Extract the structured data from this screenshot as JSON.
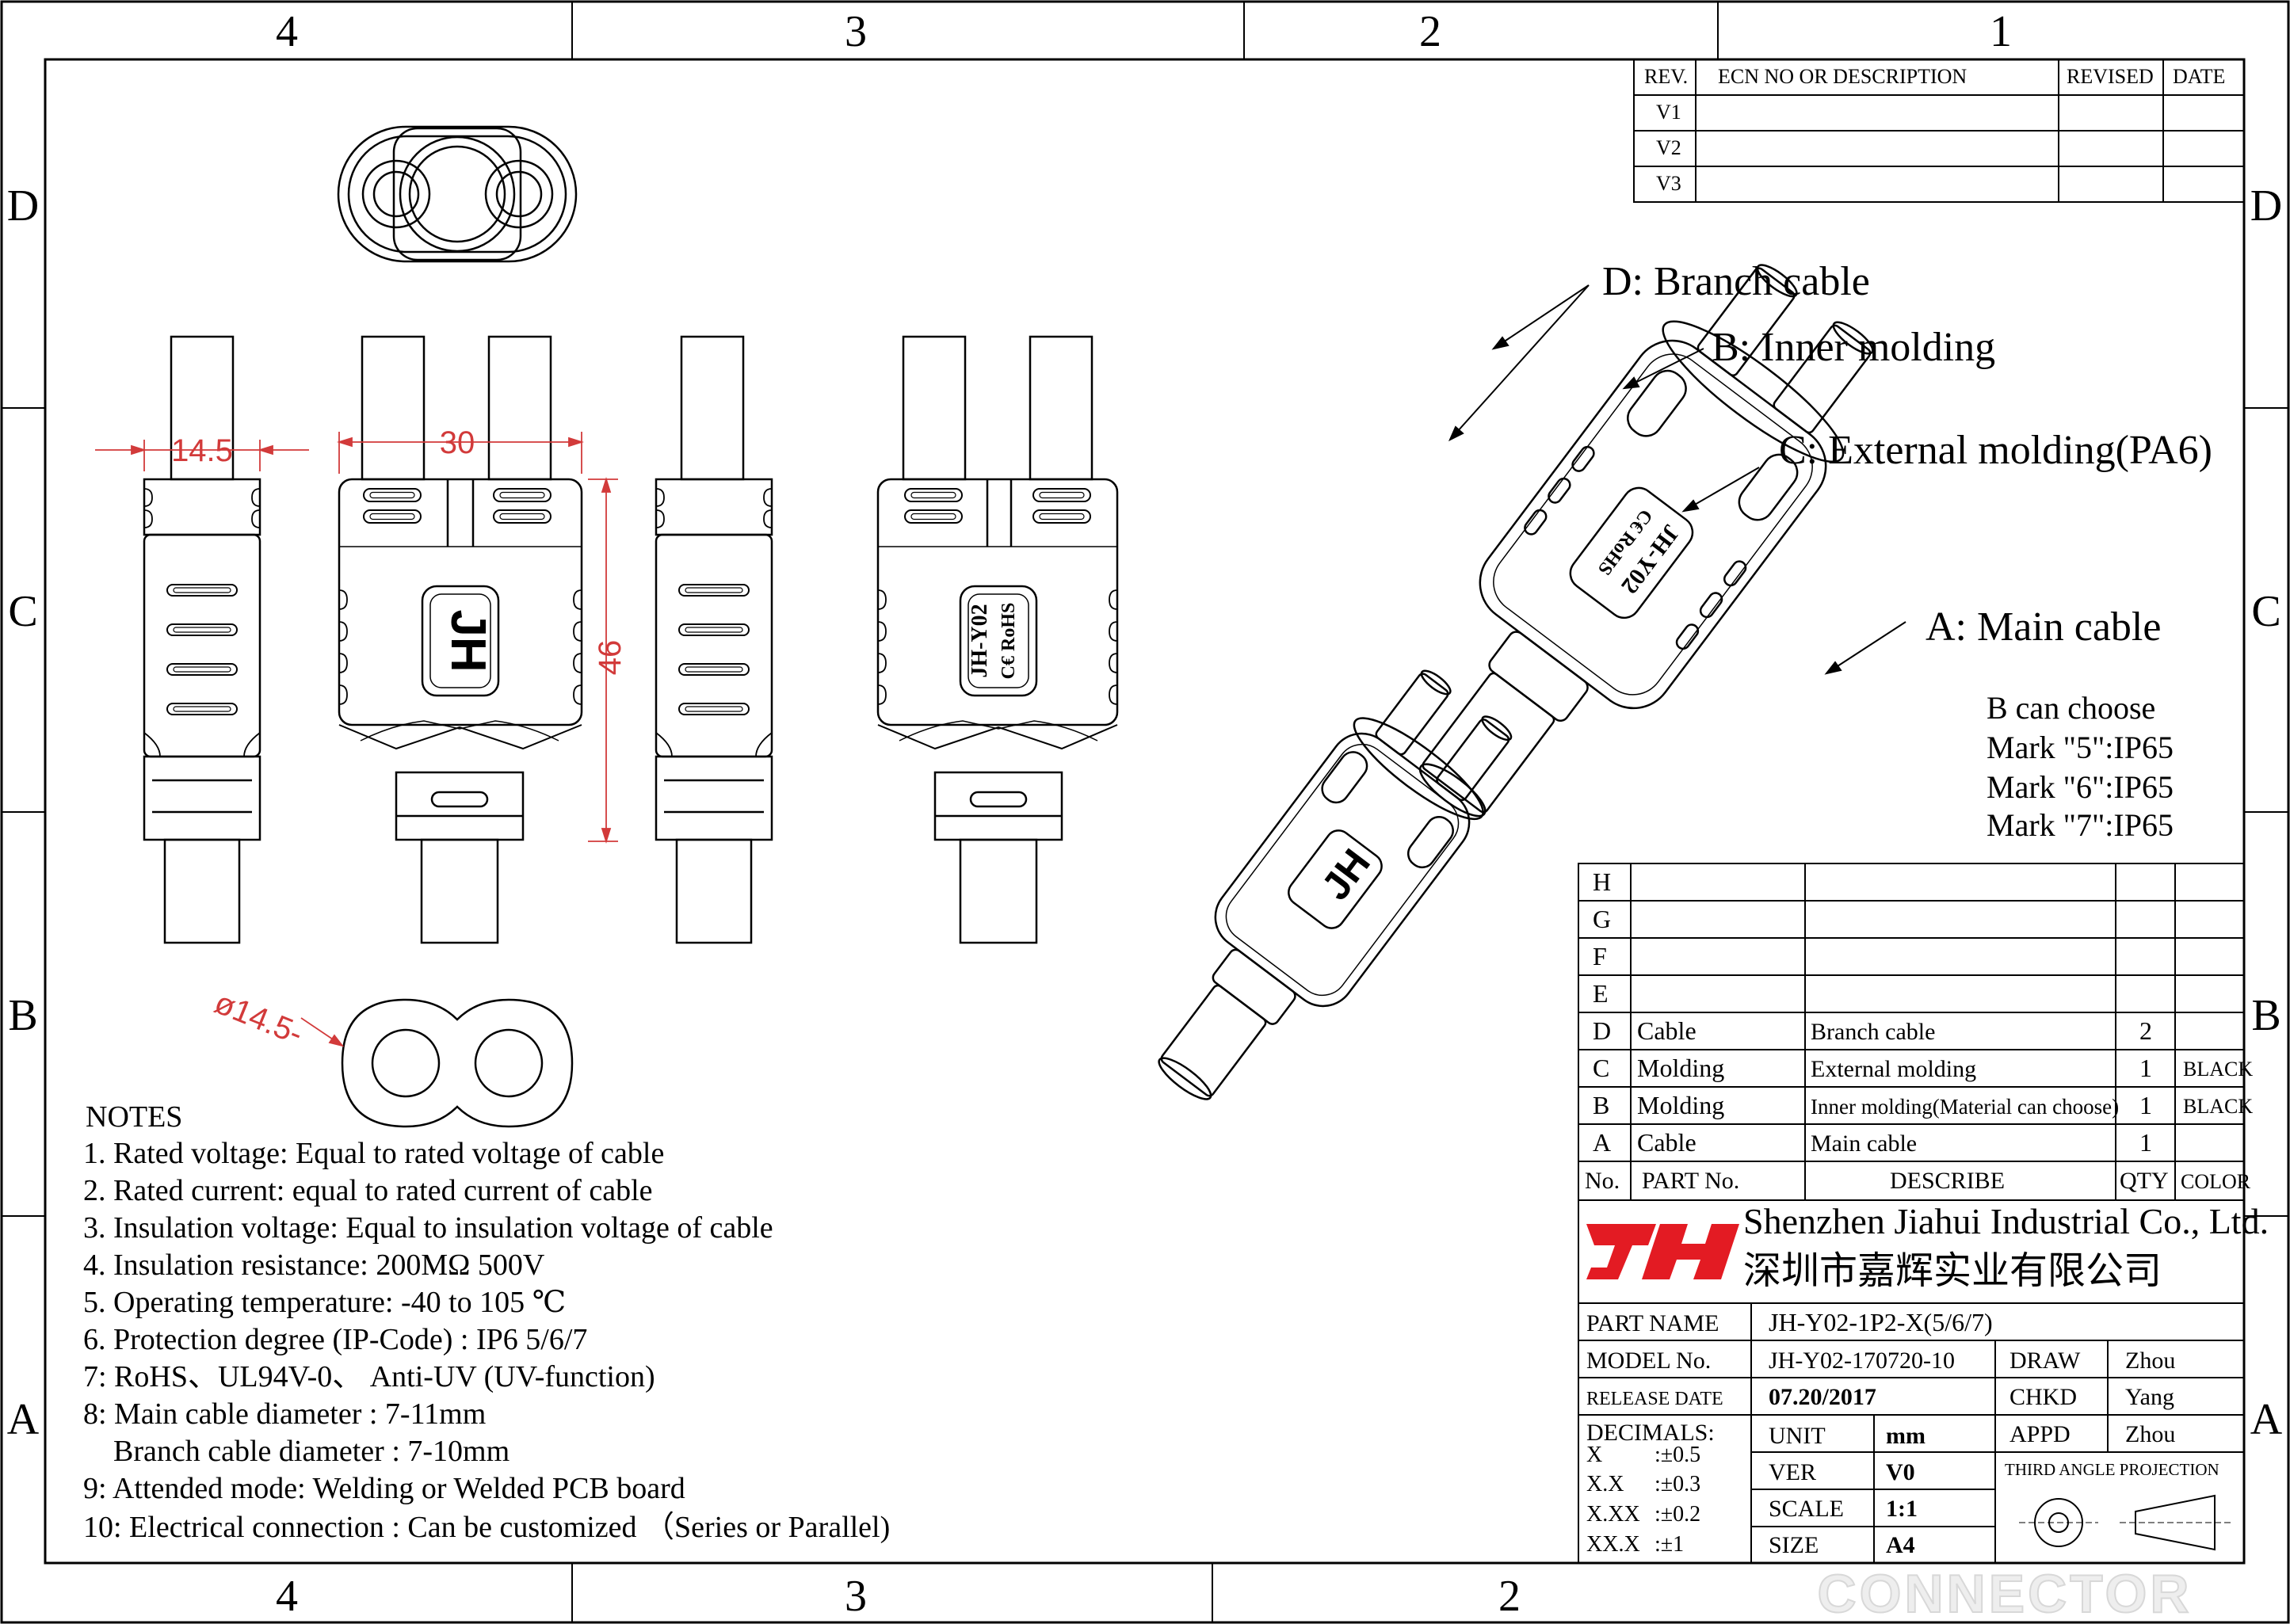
{
  "zones": {
    "top": [
      "4",
      "3",
      "2",
      "1"
    ],
    "bottom": [
      "4",
      "3",
      "2"
    ],
    "left": [
      "D",
      "C",
      "B",
      "A"
    ],
    "right": [
      "D",
      "C",
      "B",
      "A"
    ]
  },
  "revision_table": {
    "headers": [
      "REV.",
      "ECN NO OR DESCRIPTION",
      "REVISED",
      "DATE"
    ],
    "rows": [
      "V1",
      "V2",
      "V3"
    ]
  },
  "dimensions": {
    "width_single": "14.5",
    "width_double": "30",
    "height": "46",
    "diameter": "ø14.5-"
  },
  "logo_text": "JH",
  "product_marking": {
    "model": "JH-Y02",
    "cert": "C€ RoHS"
  },
  "callouts": {
    "branch_cable": "D: Branch cable",
    "inner_molding": "B: Inner molding",
    "external_molding": "C: External molding(PA6)",
    "main_cable": "A: Main cable"
  },
  "ip_options": [
    "B can choose",
    "Mark \"5\":IP65",
    "Mark \"6\":IP65",
    "Mark \"7\":IP65"
  ],
  "notes": {
    "title": "NOTES",
    "items": [
      "1. Rated voltage: Equal to rated voltage of cable",
      "2. Rated current: equal to rated  current of cable",
      "3. Insulation voltage: Equal to insulation voltage of cable",
      "4. Insulation resistance: 200MΩ 500V",
      "5. Operating temperature: -40 to 105 ℃",
      "6. Protection degree (IP-Code) : IP6 5/6/7",
      "7: RoHS、UL94V-0、 Anti-UV (UV-function)",
      "8: Main cable diameter : 7-11mm",
      "    Branch cable diameter : 7-10mm",
      "9: Attended mode:  Welding or Welded PCB board",
      "10: Electrical connection :  Can be customized   （Series or Parallel)"
    ]
  },
  "bom": {
    "empty_rows": [
      "H",
      "G",
      "F",
      "E"
    ],
    "rows": [
      {
        "no": "D",
        "part": "Cable",
        "describe": "Branch cable",
        "qty": "2",
        "color": ""
      },
      {
        "no": "C",
        "part": "Molding",
        "describe": "External molding",
        "qty": "1",
        "color": "BLACK"
      },
      {
        "no": "B",
        "part": "Molding",
        "describe": "Inner molding(Material can choose)",
        "qty": "1",
        "color": "BLACK"
      },
      {
        "no": "A",
        "part": "Cable",
        "describe": "Main cable",
        "qty": "1",
        "color": ""
      }
    ],
    "headers": {
      "no": "No.",
      "part": "PART No.",
      "describe": "DESCRIBE",
      "qty": "QTY",
      "color": "COLOR"
    }
  },
  "company": {
    "logo": "JH",
    "name_en": "Shenzhen Jiahui Industrial Co., Ltd.",
    "name_cn": "深圳市嘉辉实业有限公司",
    "brand_color": "#e31b23"
  },
  "title_block": {
    "part_name_label": "PART NAME",
    "part_name": "JH-Y02-1P2-X(5/6/7)",
    "model_label": "MODEL No.",
    "model": "JH-Y02-170720-10",
    "release_label": "RELEASE DATE",
    "release": "07.20/2017",
    "draw_label": "DRAW",
    "draw": "Zhou",
    "chkd_label": "CHKD",
    "chkd": "Yang",
    "appd_label": "APPD",
    "appd": "Zhou",
    "decimals_label": "DECIMALS:",
    "decimals": [
      {
        "k": "X",
        "v": ":±0.5"
      },
      {
        "k": "X.X",
        "v": ":±0.3"
      },
      {
        "k": "X.XX",
        "v": ":±0.2"
      },
      {
        "k": "XX.X",
        "v": ":±1"
      }
    ],
    "unit_label": "UNIT",
    "unit": "mm",
    "ver_label": "VER",
    "ver": "V0",
    "scale_label": "SCALE",
    "scale": "1:1",
    "size_label": "SIZE",
    "size": "A4",
    "projection": "THIRD ANGLE PROJECTION"
  },
  "watermark": "CONNECTOR"
}
